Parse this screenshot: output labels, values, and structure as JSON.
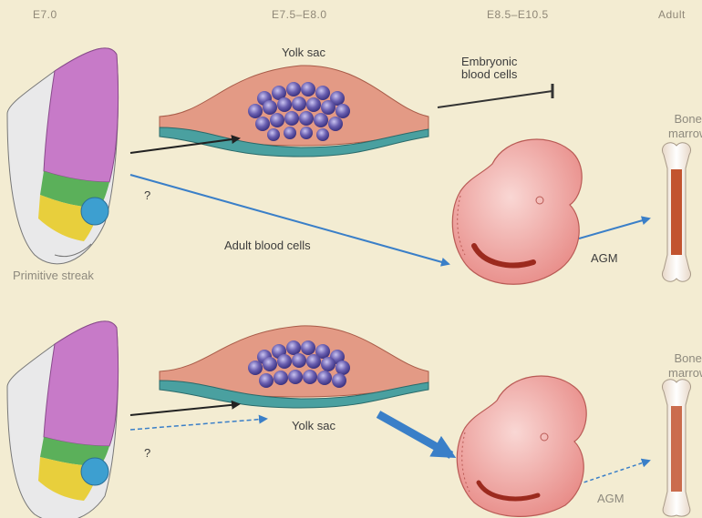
{
  "stages": {
    "s1": "E7.0",
    "s2": "E7.5–E8.0",
    "s3": "E8.5–E10.5",
    "s4": "Adult"
  },
  "top": {
    "yolk_sac": "Yolk sac",
    "embryonic_blood": [
      "Embryonic",
      "blood cells"
    ],
    "question": "?",
    "adult_blood": "Adult blood cells",
    "agm": "AGM",
    "bone_marrow": [
      "Bone",
      "marrow"
    ],
    "primitive_streak": "Primitive streak"
  },
  "bottom": {
    "yolk_sac": "Yolk sac",
    "question": "?",
    "agm": "AGM",
    "bone_marrow": [
      "Bone",
      "marrow"
    ]
  },
  "colors": {
    "background": "#f3ecd2",
    "yolk_cells": "#e39a85",
    "blood_islands": "#6a5fb0",
    "endoderm": "#4aa0a0",
    "embryo": "#f1a9a5",
    "arrow_black": "#222222",
    "arrow_blue": "#3a7fc8",
    "bone": "#c2542f"
  }
}
